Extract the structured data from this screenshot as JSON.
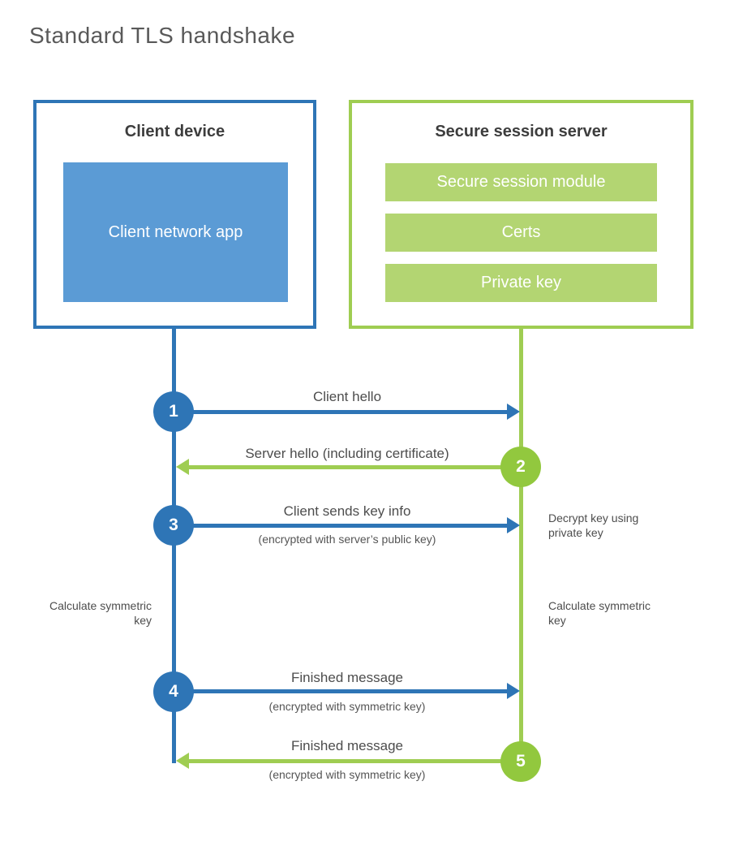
{
  "title": "Standard TLS handshake",
  "colors": {
    "blue": "#2e75b6",
    "blue_fill": "#5b9bd5",
    "green": "#9fcd52",
    "green_fill": "#b3d572",
    "green_circle": "#92c83e"
  },
  "client_box": {
    "title": "Client device",
    "module": "Client network app"
  },
  "server_box": {
    "title": "Secure session server",
    "modules": [
      "Secure session module",
      "Certs",
      "Private key"
    ]
  },
  "steps": [
    {
      "number": "1",
      "from": "client",
      "to": "server",
      "direction": "right",
      "label": "Client hello",
      "sublabel": ""
    },
    {
      "number": "2",
      "from": "server",
      "to": "client",
      "direction": "left",
      "label": "Server hello (including certificate)",
      "sublabel": ""
    },
    {
      "number": "3",
      "from": "client",
      "to": "server",
      "direction": "right",
      "label": "Client sends key info",
      "sublabel": "(encrypted with server’s public key)"
    },
    {
      "number": "4",
      "from": "client",
      "to": "server",
      "direction": "right",
      "label": "Finished message",
      "sublabel": "(encrypted with symmetric key)"
    },
    {
      "number": "5",
      "from": "server",
      "to": "client",
      "direction": "left",
      "label": "Finished message",
      "sublabel": "(encrypted with symmetric key)"
    }
  ],
  "annotations": {
    "decrypt_note": "Decrypt key using private key",
    "calculate_left": "Calculate symmetric key",
    "calculate_right": "Calculate symmetric key"
  }
}
